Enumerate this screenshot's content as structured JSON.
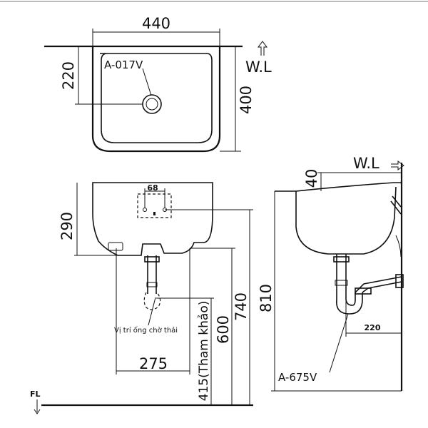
{
  "top_view": {
    "width_dim": "440",
    "drain_offset_dim": "220",
    "depth_dim": "400",
    "drain_part": "A-017V",
    "wall_line": "W.L"
  },
  "front_view": {
    "bolt_spacing_dim": "68",
    "height_dim": "290",
    "drain_offset_dim": "275",
    "drain_height_ref": "415(Tham khảo)",
    "bolt_height_dim": "600",
    "top_bolt_height_dim": "740",
    "drain_note": "Vị trí ống chờ thải",
    "floor_line": "FL"
  },
  "side_view": {
    "wall_line": "W.L",
    "rim_dim": "40",
    "rim_height_dim": "810",
    "trap_projection_dim": "220",
    "trap_part": "A-675V"
  }
}
